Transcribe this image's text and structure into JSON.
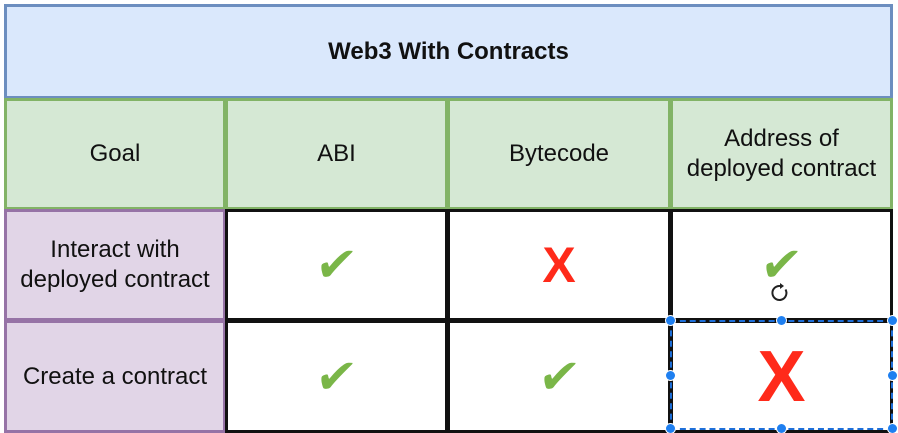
{
  "table": {
    "title": "Web3 With Contracts",
    "headers": [
      "Goal",
      "ABI",
      "Bytecode",
      "Address of deployed contract"
    ],
    "rows": [
      {
        "goal": "Interact with deployed contract",
        "abi": "✔",
        "bytecode": "X",
        "address": "✔"
      },
      {
        "goal": "Create a contract",
        "abi": "✔",
        "bytecode": "✔",
        "address": "X"
      }
    ]
  },
  "colors": {
    "title_fill": "#dae8fc",
    "title_border": "#6c8ebf",
    "header_fill": "#d5e8d4",
    "header_border": "#82b366",
    "label_fill": "#e1d5e7",
    "label_border": "#9673a6",
    "check": "#7ab648",
    "cross": "#ff2a1a",
    "selection": "#1e7ff0"
  },
  "icons": {
    "yes": "check-mark-icon",
    "no": "red-x-icon",
    "rotate": "rotate-handle-icon"
  }
}
